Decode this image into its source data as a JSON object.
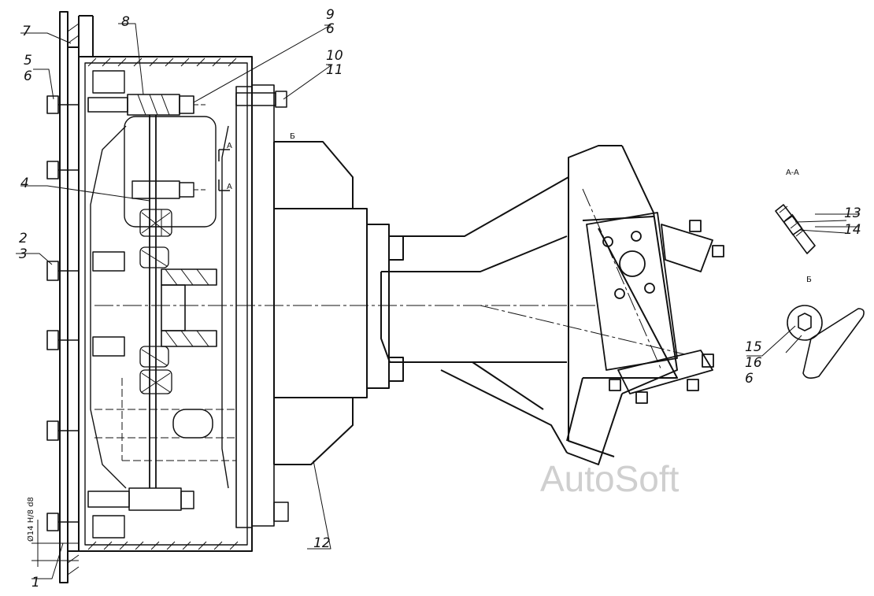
{
  "callouts": {
    "c1": {
      "num": "1"
    },
    "c2": {
      "num": "2",
      "sub": "3"
    },
    "c4": {
      "num": "4"
    },
    "c5": {
      "num": "5",
      "sub": "6"
    },
    "c7": {
      "num": "7"
    },
    "c8": {
      "num": "8"
    },
    "c9": {
      "num": "9",
      "sub": "6"
    },
    "c10": {
      "num": "10",
      "sub": "11"
    },
    "c12": {
      "num": "12"
    },
    "c13": {
      "num": "13"
    },
    "c14": {
      "num": "14"
    },
    "c15": {
      "num": "15",
      "sub": "16",
      "sub2": "6"
    }
  },
  "section_marks": {
    "a_upper": "A",
    "a_lower": "A",
    "b_arrow": "Б",
    "section_aa": "A-A",
    "view_b": "Б"
  },
  "dimension_note": "Ø14 H/8 d8",
  "watermark": "AutoSoft",
  "colors": {
    "line": "#111111",
    "watermark": "#cfcfcf"
  }
}
